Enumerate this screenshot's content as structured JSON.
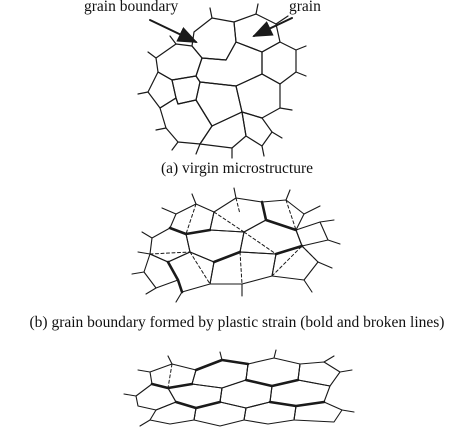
{
  "labels": {
    "grain_boundary": "grain boundary",
    "grain": "grain"
  },
  "captions": {
    "a": "(a) virgin microstructure",
    "b": "(b) grain boundary formed by plastic strain (bold and broken lines)"
  },
  "colors": {
    "line": "#1a1a1a",
    "background": "#ffffff"
  }
}
